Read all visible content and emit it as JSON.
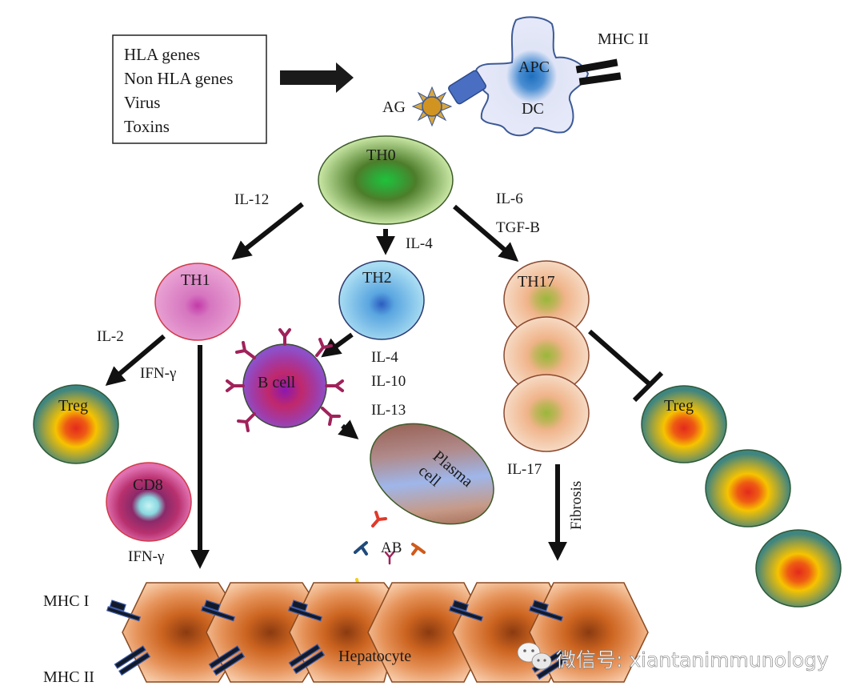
{
  "title": "Immunopathogenesis of autoimmune hepatitis",
  "triggers": {
    "items": [
      "HLA genes",
      "Non HLA genes",
      "Virus",
      "Toxins"
    ]
  },
  "apc": {
    "label_top": "APC",
    "label_bottom": "DC",
    "antigen_label": "AG",
    "mhc_label": "MHC II"
  },
  "cells": {
    "th0": "TH0",
    "th1": "TH1",
    "th2": "TH2",
    "th17": "TH17",
    "treg_left": "Treg",
    "treg_right": "Treg",
    "cd8": "CD8",
    "bcell": "B cell",
    "plasma_line1": "Plasma",
    "plasma_line2": "cell",
    "hepatocyte": "Hepatocyte"
  },
  "cytokines": {
    "il12": "IL-12",
    "il4_top": "IL-4",
    "il6": "IL-6",
    "tgfb": "TGF-B",
    "il2": "IL-2",
    "ifng_1": "IFN-γ",
    "ifng_2": "IFN-γ",
    "th2_list": [
      "IL-4",
      "IL-10",
      "IL-13"
    ],
    "il17": "IL-17",
    "fibrosis": "Fibrosis"
  },
  "antibody": {
    "label": "AB"
  },
  "mhc": {
    "class1": "MHC I",
    "class2": "MHC II"
  },
  "watermark": {
    "text": "微信号: xiantanimmunology"
  },
  "colors": {
    "arrow": "#111111",
    "th0_center": "#1fb33a",
    "th1": "#e08cc8",
    "th2": "#7cc8ec",
    "th17": "#f3c9a6",
    "treg_center": "#e03020",
    "antibody_magenta": "#a0225a",
    "hepatocyte": "#d2691e"
  }
}
